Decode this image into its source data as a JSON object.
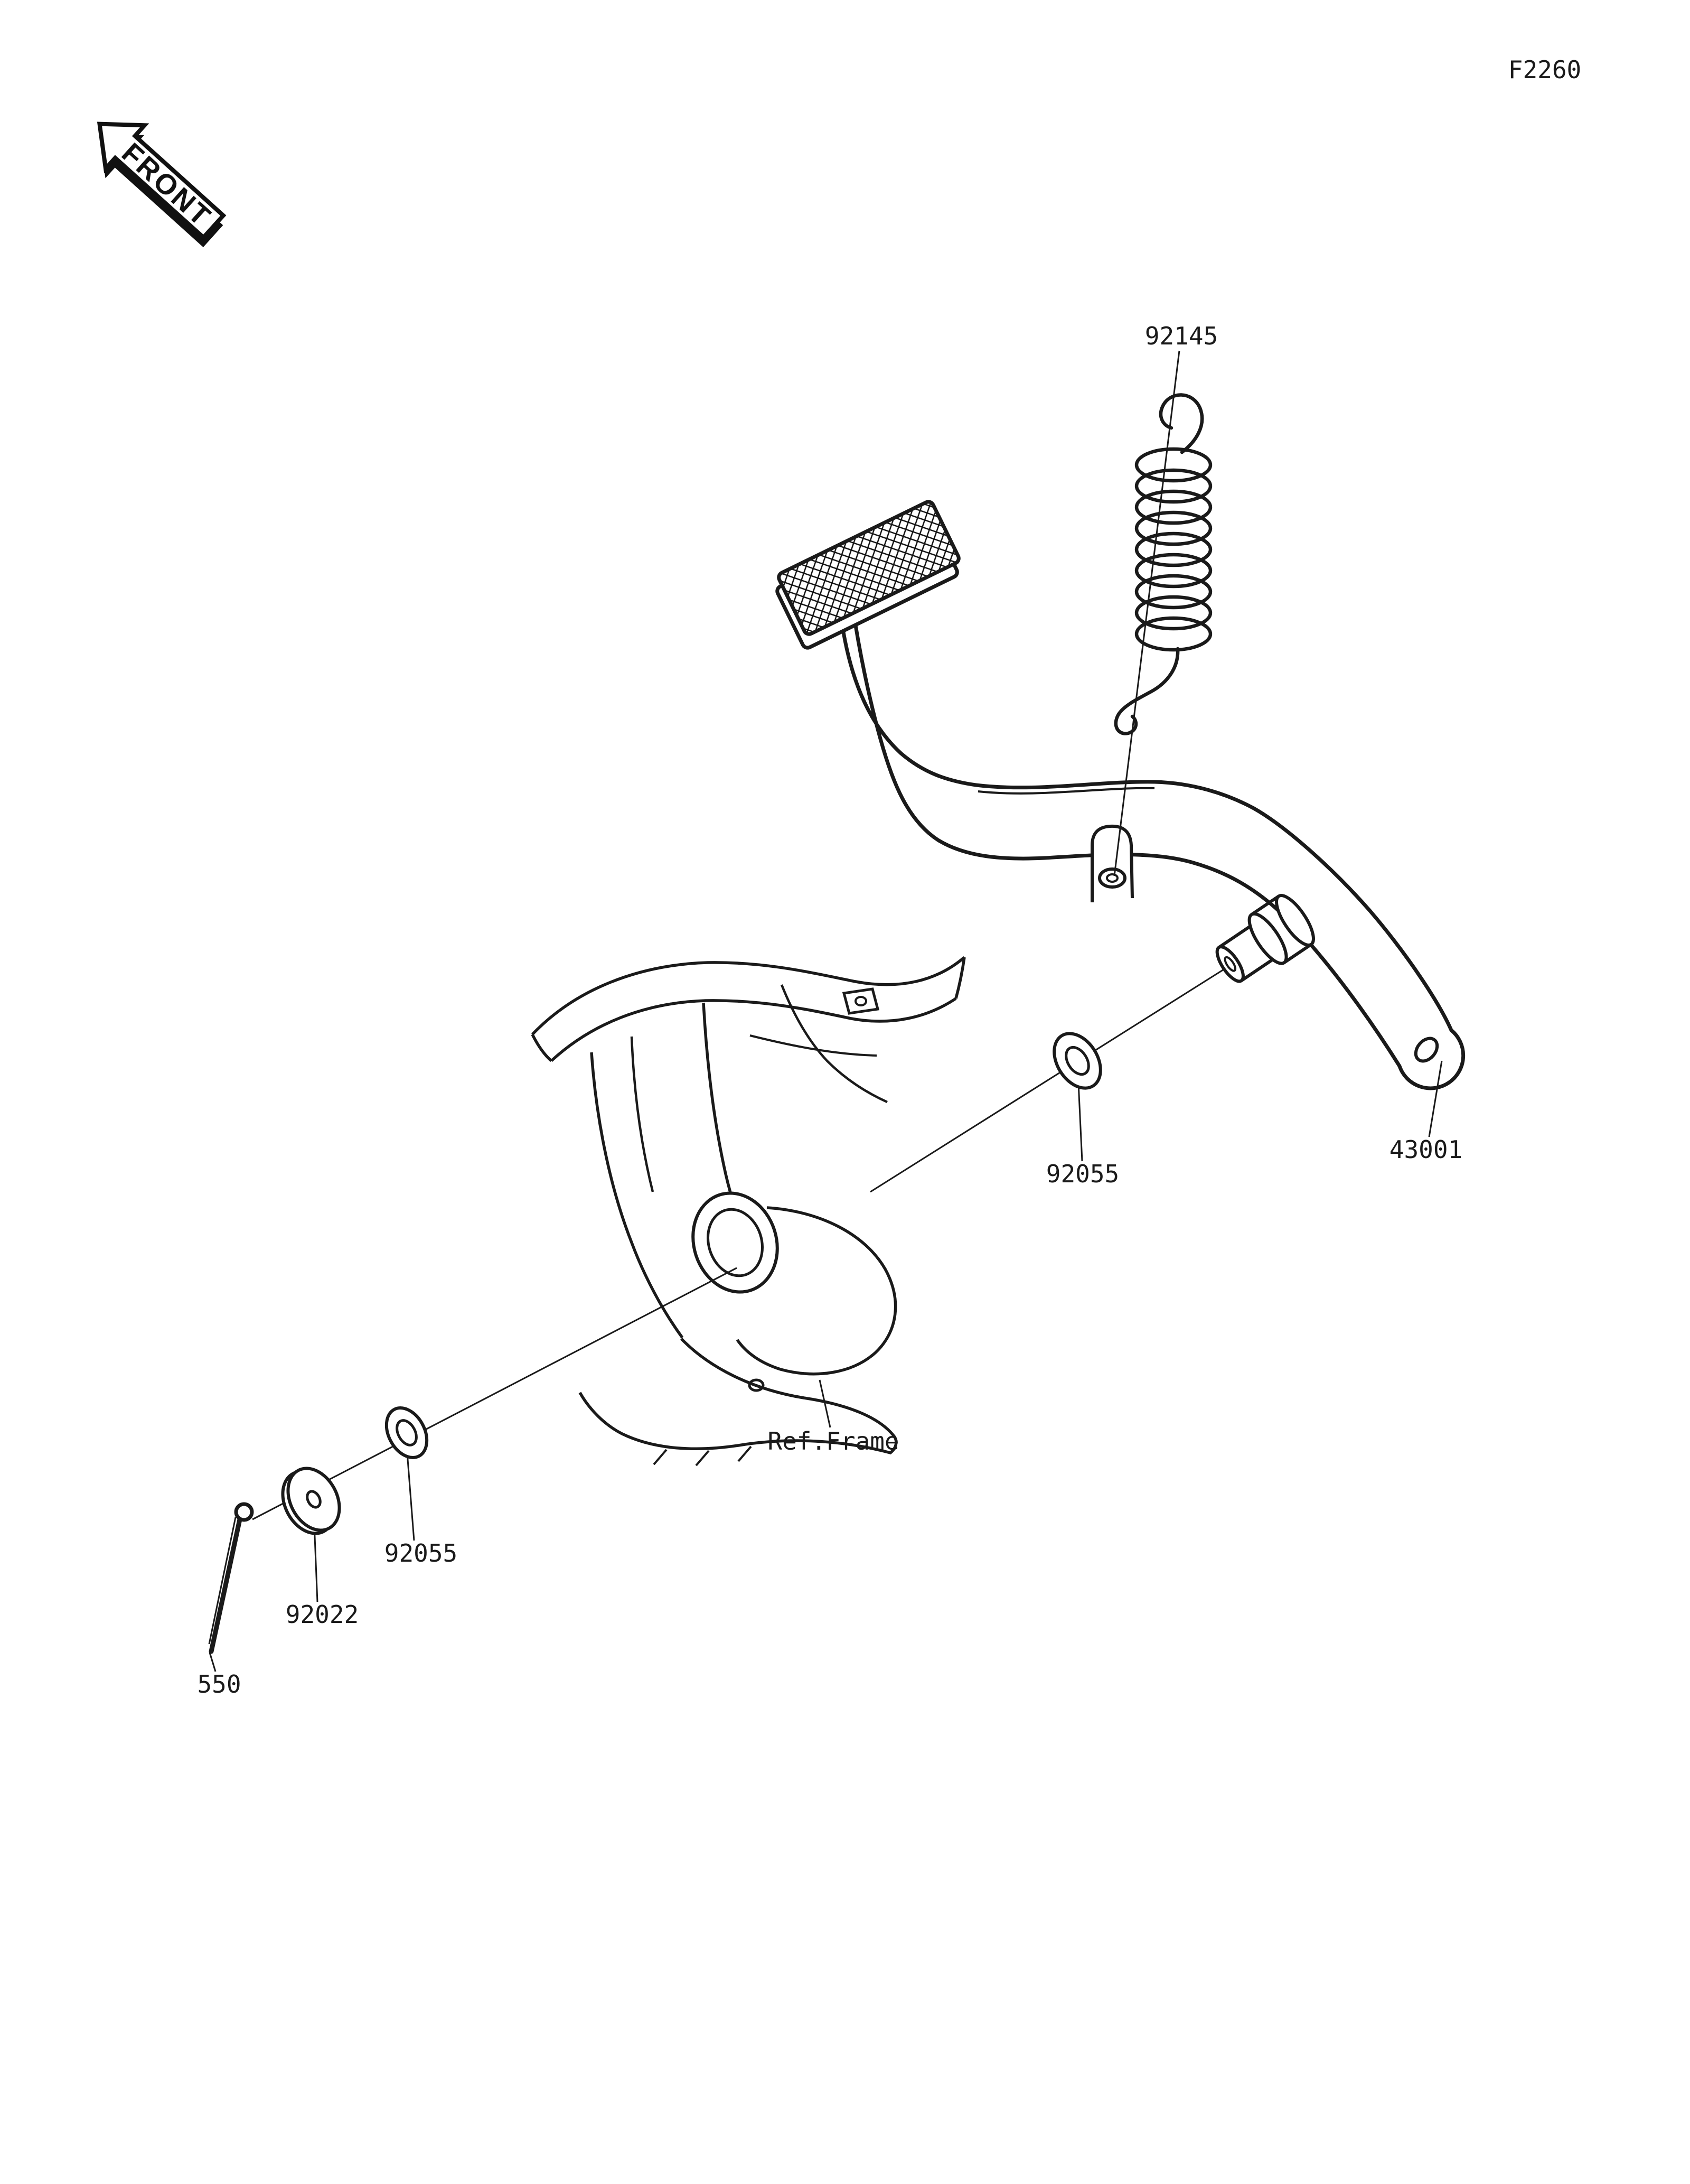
{
  "figure": {
    "code": "F2260"
  },
  "front_marker": {
    "label": "FRONT"
  },
  "labels": {
    "spring": "92145",
    "washer_upper": "92055",
    "pedal": "43001",
    "frame_ref": "Ref.Frame",
    "washer_lower": "92055",
    "washer_plain": "92022",
    "cotter_pin": "550"
  },
  "colors": {
    "ink": "#1a1a1a",
    "paper": "#ffffff"
  }
}
